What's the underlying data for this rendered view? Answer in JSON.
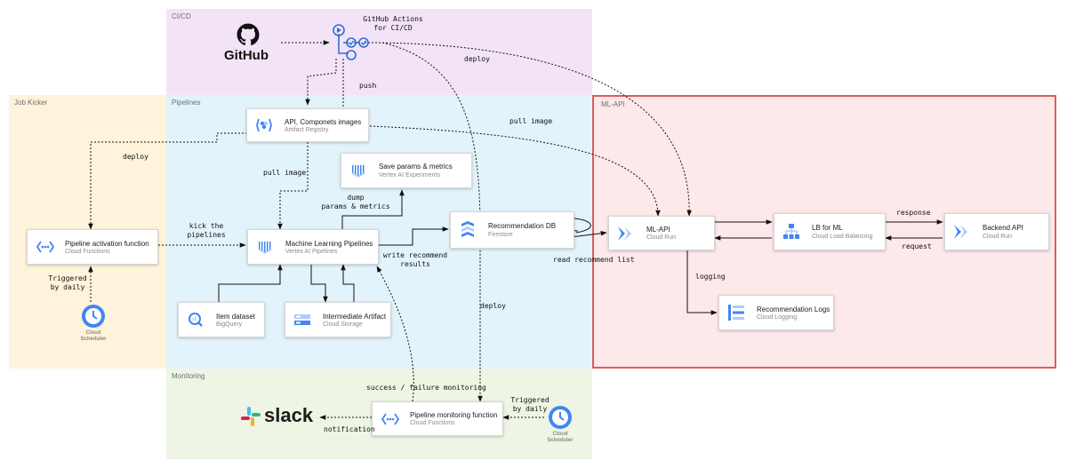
{
  "colors": {
    "cicd_bg": "#f3e3f6",
    "jobkicker_bg": "#fff3db",
    "pipelines_bg": "#e3f3fb",
    "mlapi_bg": "#fde8ea",
    "mlapi_border": "#e05b5b",
    "monitoring_bg": "#eef5e4",
    "gcp_blue": "#4285f4",
    "gcp_light": "#aecbfa",
    "edge": "#111111"
  },
  "regions": {
    "cicd": "CI/CD",
    "job_kicker": "Job Kicker",
    "pipelines": "Pipelines",
    "ml_api": "ML-API",
    "monitoring": "Monitoring"
  },
  "nodes": {
    "github": "GitHub",
    "github_actions": "GitHub Actions\nfor CI/CD",
    "artifact_registry": {
      "title": "API, Componets images",
      "service": "Artifact Registry"
    },
    "experiments": {
      "title": "Save params & metrics",
      "service": "Vertex AI Experiments"
    },
    "pipeline_activation": {
      "title": "Pipeline activation function",
      "service": "Cloud Functions"
    },
    "ml_pipelines": {
      "title": "Machine Learning Pipelines",
      "service": "Vertex AI Pipelines"
    },
    "recommendation_db": {
      "title": "Recommendation DB",
      "service": "Firestore"
    },
    "item_dataset": {
      "title": "Item dataset",
      "service": "BigQuery"
    },
    "intermediate_artifact": {
      "title": "Intermediate Artifact",
      "service": "Cloud Storage"
    },
    "ml_api": {
      "title": "ML-API",
      "service": "Cloud Run"
    },
    "lb": {
      "title": "LB for ML",
      "service": "Cloud Load Balancing"
    },
    "backend_api": {
      "title": "Backend API",
      "service": "Cloud Run"
    },
    "recommendation_logs": {
      "title": "Recommendation Logs",
      "service": "Cloud Logging"
    },
    "monitoring_function": {
      "title": "Pipeline monitoring function",
      "service": "Cloud Functions"
    },
    "slack": "slack",
    "scheduler_left": "Cloud\nScheduler",
    "scheduler_right": "Cloud\nScheduler"
  },
  "edges": {
    "push": "push",
    "deploy_top": "deploy",
    "deploy_left": "deploy",
    "pull_image_right": "pull image",
    "pull_image_left": "pull image",
    "dump": "dump\nparams & metrics",
    "kick": "kick the\npipelines",
    "write": "write recommend\nresults",
    "read": "read recommend list",
    "response": "response",
    "request": "request",
    "logging": "logging",
    "deploy_mid": "deploy",
    "success_failure": "success / failure monitoring",
    "triggered_left": "Triggered\nby daily",
    "triggered_right": "Triggered\nby daily",
    "notification": "notification"
  }
}
